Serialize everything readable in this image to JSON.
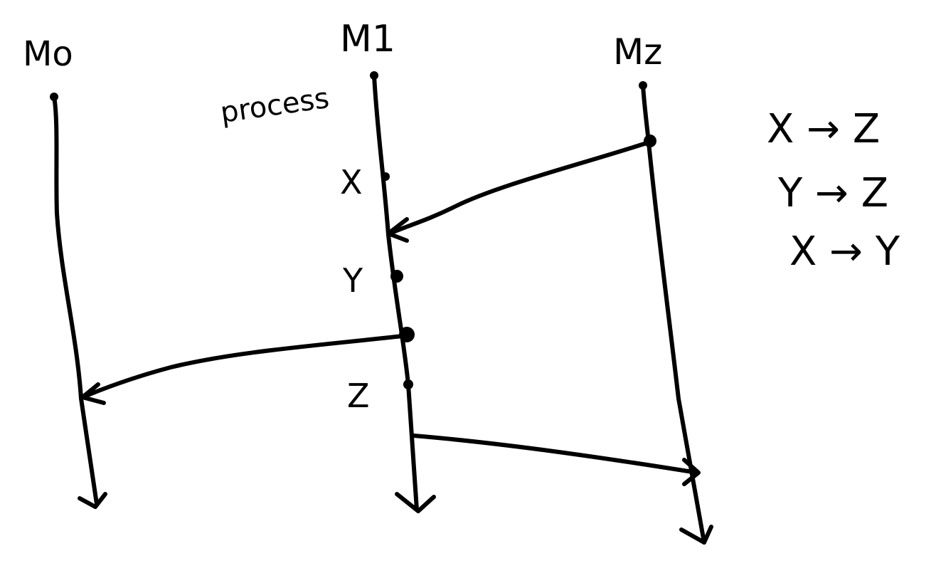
{
  "processes": [
    {
      "label": "M0",
      "display": "Mo"
    },
    {
      "label": "M1",
      "display": "M1"
    },
    {
      "label": "M2",
      "display": "Mz"
    }
  ],
  "side_note": "process",
  "events": [
    {
      "label": "X"
    },
    {
      "label": "Y"
    },
    {
      "label": "Z"
    }
  ],
  "messages": [
    {
      "from": "M2",
      "to": "M1"
    },
    {
      "from": "M1",
      "to": "M0"
    },
    {
      "from": "M1",
      "to": "M2"
    }
  ],
  "relations": [
    {
      "text": "X → Z"
    },
    {
      "text": "Y → Z"
    },
    {
      "text": "X → Y"
    }
  ],
  "colors": {
    "ink": "#000000",
    "background": "#ffffff"
  }
}
